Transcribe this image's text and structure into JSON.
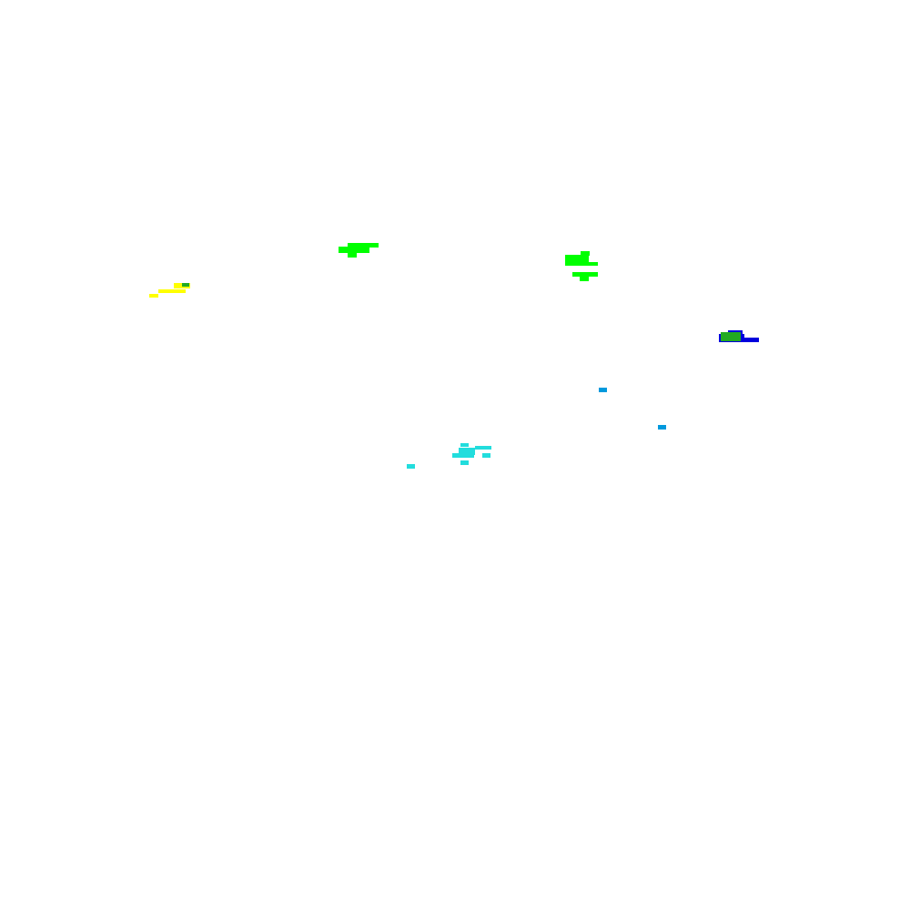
{
  "canvas": {
    "background": "#ffffff"
  },
  "colors": {
    "yellow": "#ffff00",
    "green": "#00ff00",
    "dark_green": "#22aa22",
    "blue": "#0000dd",
    "light_blue": "#0099dd",
    "cyan": "#22dddd"
  },
  "blobs": [
    {
      "id": "yellow-blob",
      "color": "yellow"
    },
    {
      "id": "green-blob-left",
      "color": "green"
    },
    {
      "id": "green-blob-right",
      "color": "green"
    },
    {
      "id": "blue-green-blob",
      "color": "blue"
    },
    {
      "id": "light-blue-dot-upper",
      "color": "light_blue"
    },
    {
      "id": "light-blue-dot-lower",
      "color": "light_blue"
    },
    {
      "id": "cyan-cluster",
      "color": "cyan"
    },
    {
      "id": "cyan-dot",
      "color": "cyan"
    }
  ]
}
